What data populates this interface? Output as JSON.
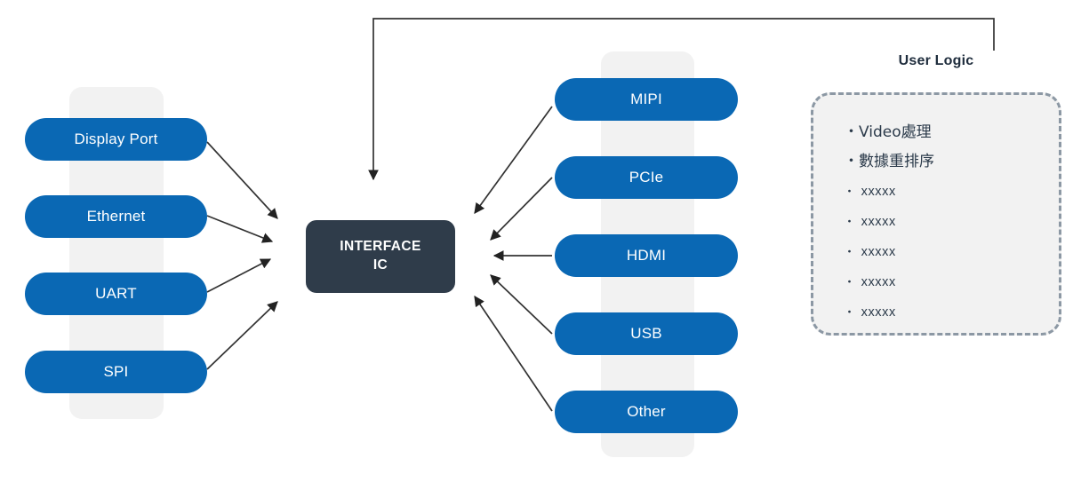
{
  "diagram": {
    "title_hidden": "",
    "colors": {
      "pill_blue": "#0a68b4",
      "ic_dark": "#2f3c4a",
      "backdrop_gray": "#f2f2f2",
      "dashed_border": "#8c98a4",
      "wire": "#333333",
      "title_text": "#1f2d3d"
    },
    "center": {
      "line1": "INTERFACE",
      "line2": "IC"
    },
    "left_interfaces": [
      {
        "label": "Display Port"
      },
      {
        "label": "Ethernet"
      },
      {
        "label": "UART"
      },
      {
        "label": "SPI"
      }
    ],
    "right_interfaces": [
      {
        "label": "MIPI"
      },
      {
        "label": "PCIe"
      },
      {
        "label": "HDMI"
      },
      {
        "label": "USB"
      },
      {
        "label": "Other"
      }
    ],
    "user_logic": {
      "title": "User Logic",
      "items": [
        {
          "bullet": "・",
          "text": "Video處理",
          "cjk": true
        },
        {
          "bullet": "・",
          "text": "數據重排序",
          "cjk": true
        },
        {
          "bullet": "・",
          "text": "xxxxx",
          "cjk": false
        },
        {
          "bullet": "・",
          "text": "xxxxx",
          "cjk": false
        },
        {
          "bullet": "・",
          "text": "xxxxx",
          "cjk": false
        },
        {
          "bullet": "・",
          "text": "xxxxx",
          "cjk": false
        },
        {
          "bullet": "・",
          "text": "xxxxx",
          "cjk": false
        }
      ]
    }
  }
}
